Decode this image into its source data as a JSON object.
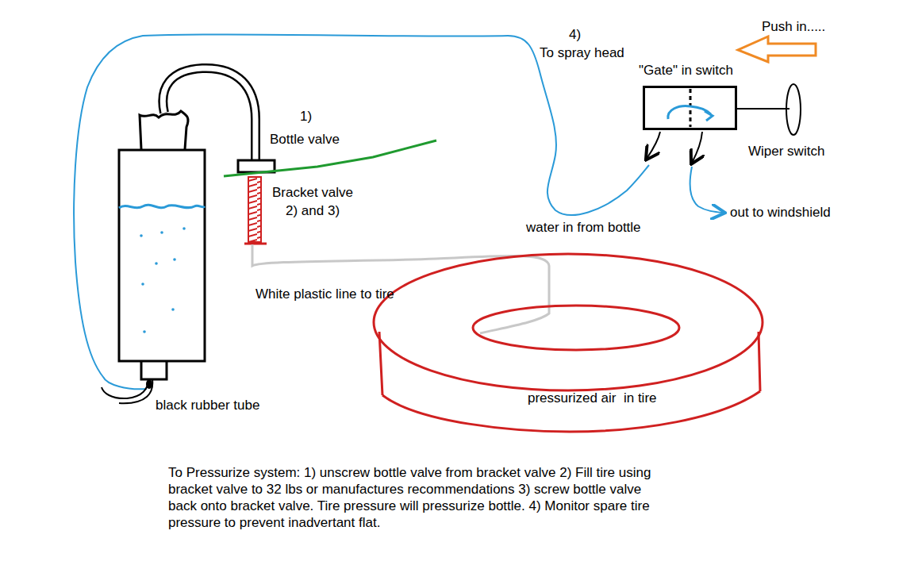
{
  "diagram": {
    "nodes": [
      {
        "text": [
          "\"Gate\" in switch"
        ]
      },
      {
        "text": [
          "pressurized air  in tire"
        ]
      }
    ],
    "labels": [
      "4)",
      "To spray head",
      "Push in.....",
      "1)",
      "Bottle valve",
      "Bracket valve",
      "2) and 3)",
      "Wiper switch",
      "water in from bottle",
      "out to windshield",
      "White plastic line to tire",
      "black rubber tube",
      "To Pressurize system: 1) unscrew bottle valve from bracket valve 2) Fill tire using bracket valve to 32 lbs or manufactures recommendations 3) screw bottle valve back onto bracket valve. Tire pressure will pressurize bottle. 4) Monitor spare tire pressure to prevent inadvertant flat."
    ]
  }
}
